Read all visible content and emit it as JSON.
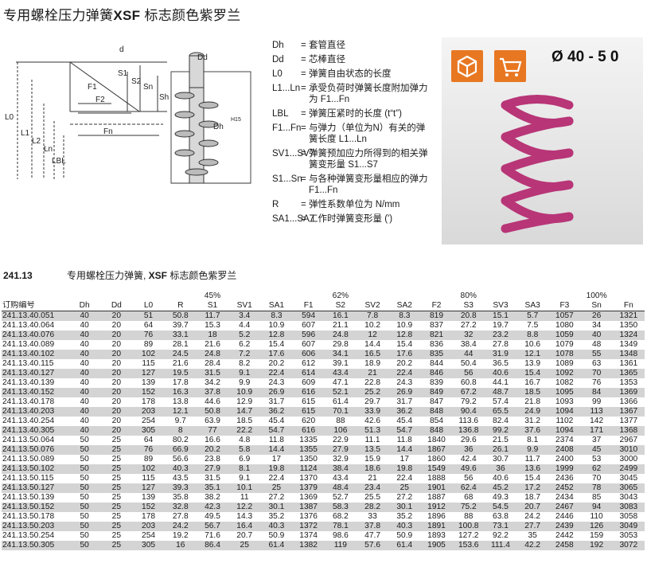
{
  "title": {
    "main": "专用螺栓压力弹簧",
    "bold": "XSF",
    "tail": " 标志颜色紫罗兰"
  },
  "diagram_labels": {
    "d": "d",
    "Dd": "Dd",
    "Dh": "Dh",
    "H15": "H15",
    "F1": "F1",
    "F2": "F2",
    "Fn": "Fn",
    "S1": "S1",
    "S2": "S2",
    "Sn": "Sn",
    "Sh": "Sh",
    "L0": "L0",
    "L1": "L1",
    "L2": "L2",
    "Ln": "Ln",
    "LBL": "LBL"
  },
  "legend": [
    {
      "sym": "Dh",
      "txt": "套管直径"
    },
    {
      "sym": "Dd",
      "txt": "芯棒直径"
    },
    {
      "sym": "L0",
      "txt": "弹簧自由状态的长度"
    },
    {
      "sym": "L1...Ln",
      "txt": "承受负荷时弹簧长度附加弹力为 F1...Fn"
    },
    {
      "sym": "LBL",
      "txt": "弹簧压紧时的长度 (t“t”)"
    },
    {
      "sym": "F1...Fn",
      "txt": "与弹力（单位为N）有关的弹簧长度 L1...Ln"
    },
    {
      "sym": "SV1...SV7",
      "txt": "弹簧预加应力所得到的相关弹簧变形量 S1...S7"
    },
    {
      "sym": "S1...Sn",
      "txt": "与各种弹簧变形量相应的弹力 F1...Fn"
    },
    {
      "sym": "R",
      "txt": "弹性系数单位为 N/mm"
    },
    {
      "sym": "SA1...SA7",
      "txt": "工作时弹簧变形量 (')"
    }
  ],
  "photo": {
    "size_label": "Ø 40 - 5 0",
    "icons": [
      "box-icon",
      "cart-icon"
    ]
  },
  "section": {
    "code": "241.13",
    "title": "专用螺栓压力弹簧, ",
    "bold": "XSF",
    "tail": " 标志颜色紫罗兰"
  },
  "table": {
    "pct": [
      "45%",
      "62%",
      "80%",
      "100%"
    ],
    "headers": [
      "订购编号",
      "Dh",
      "Dd",
      "L0",
      "R",
      "S1",
      "SV1",
      "SA1",
      "F1",
      "S2",
      "SV2",
      "SA2",
      "F2",
      "S3",
      "SV3",
      "SA3",
      "F3",
      "Sn",
      "Fn"
    ],
    "rows": [
      [
        "241.13.40.051",
        "40",
        "20",
        "51",
        "50.8",
        "11.7",
        "3.4",
        "8.3",
        "594",
        "16.1",
        "7.8",
        "8.3",
        "819",
        "20.8",
        "15.1",
        "5.7",
        "1057",
        "26",
        "1321"
      ],
      [
        "241.13.40.064",
        "40",
        "20",
        "64",
        "39.7",
        "15.3",
        "4.4",
        "10.9",
        "607",
        "21.1",
        "10.2",
        "10.9",
        "837",
        "27.2",
        "19.7",
        "7.5",
        "1080",
        "34",
        "1350"
      ],
      [
        "241.13.40.076",
        "40",
        "20",
        "76",
        "33.1",
        "18",
        "5.2",
        "12.8",
        "596",
        "24.8",
        "12",
        "12.8",
        "821",
        "32",
        "23.2",
        "8.8",
        "1059",
        "40",
        "1324"
      ],
      [
        "241.13.40.089",
        "40",
        "20",
        "89",
        "28.1",
        "21.6",
        "6.2",
        "15.4",
        "607",
        "29.8",
        "14.4",
        "15.4",
        "836",
        "38.4",
        "27.8",
        "10.6",
        "1079",
        "48",
        "1349"
      ],
      [
        "241.13.40.102",
        "40",
        "20",
        "102",
        "24.5",
        "24.8",
        "7.2",
        "17.6",
        "606",
        "34.1",
        "16.5",
        "17.6",
        "835",
        "44",
        "31.9",
        "12.1",
        "1078",
        "55",
        "1348"
      ],
      [
        "241.13.40.115",
        "40",
        "20",
        "115",
        "21.6",
        "28.4",
        "8.2",
        "20.2",
        "612",
        "39.1",
        "18.9",
        "20.2",
        "844",
        "50.4",
        "36.5",
        "13.9",
        "1089",
        "63",
        "1361"
      ],
      [
        "241.13.40.127",
        "40",
        "20",
        "127",
        "19.5",
        "31.5",
        "9.1",
        "22.4",
        "614",
        "43.4",
        "21",
        "22.4",
        "846",
        "56",
        "40.6",
        "15.4",
        "1092",
        "70",
        "1365"
      ],
      [
        "241.13.40.139",
        "40",
        "20",
        "139",
        "17.8",
        "34.2",
        "9.9",
        "24.3",
        "609",
        "47.1",
        "22.8",
        "24.3",
        "839",
        "60.8",
        "44.1",
        "16.7",
        "1082",
        "76",
        "1353"
      ],
      [
        "241.13.40.152",
        "40",
        "20",
        "152",
        "16.3",
        "37.8",
        "10.9",
        "26.9",
        "616",
        "52.1",
        "25.2",
        "26.9",
        "849",
        "67.2",
        "48.7",
        "18.5",
        "1095",
        "84",
        "1369"
      ],
      [
        "241.13.40.178",
        "40",
        "20",
        "178",
        "13.8",
        "44.6",
        "12.9",
        "31.7",
        "615",
        "61.4",
        "29.7",
        "31.7",
        "847",
        "79.2",
        "57.4",
        "21.8",
        "1093",
        "99",
        "1366"
      ],
      [
        "241.13.40.203",
        "40",
        "20",
        "203",
        "12.1",
        "50.8",
        "14.7",
        "36.2",
        "615",
        "70.1",
        "33.9",
        "36.2",
        "848",
        "90.4",
        "65.5",
        "24.9",
        "1094",
        "113",
        "1367"
      ],
      [
        "241.13.40.254",
        "40",
        "20",
        "254",
        "9.7",
        "63.9",
        "18.5",
        "45.4",
        "620",
        "88",
        "42.6",
        "45.4",
        "854",
        "113.6",
        "82.4",
        "31.2",
        "1102",
        "142",
        "1377"
      ],
      [
        "241.13.40.305",
        "40",
        "20",
        "305",
        "8",
        "77",
        "22.2",
        "54.7",
        "616",
        "106",
        "51.3",
        "54.7",
        "848",
        "136.8",
        "99.2",
        "37.6",
        "1094",
        "171",
        "1368"
      ],
      [
        "241.13.50.064",
        "50",
        "25",
        "64",
        "80.2",
        "16.6",
        "4.8",
        "11.8",
        "1335",
        "22.9",
        "11.1",
        "11.8",
        "1840",
        "29.6",
        "21.5",
        "8.1",
        "2374",
        "37",
        "2967"
      ],
      [
        "241.13.50.076",
        "50",
        "25",
        "76",
        "66.9",
        "20.2",
        "5.8",
        "14.4",
        "1355",
        "27.9",
        "13.5",
        "14.4",
        "1867",
        "36",
        "26.1",
        "9.9",
        "2408",
        "45",
        "3010"
      ],
      [
        "241.13.50.089",
        "50",
        "25",
        "89",
        "56.6",
        "23.8",
        "6.9",
        "17",
        "1350",
        "32.9",
        "15.9",
        "17",
        "1860",
        "42.4",
        "30.7",
        "11.7",
        "2400",
        "53",
        "3000"
      ],
      [
        "241.13.50.102",
        "50",
        "25",
        "102",
        "40.3",
        "27.9",
        "8.1",
        "19.8",
        "1124",
        "38.4",
        "18.6",
        "19.8",
        "1549",
        "49.6",
        "36",
        "13.6",
        "1999",
        "62",
        "2499"
      ],
      [
        "241.13.50.115",
        "50",
        "25",
        "115",
        "43.5",
        "31.5",
        "9.1",
        "22.4",
        "1370",
        "43.4",
        "21",
        "22.4",
        "1888",
        "56",
        "40.6",
        "15.4",
        "2436",
        "70",
        "3045"
      ],
      [
        "241.13.50.127",
        "50",
        "25",
        "127",
        "39.3",
        "35.1",
        "10.1",
        "25",
        "1379",
        "48.4",
        "23.4",
        "25",
        "1901",
        "62.4",
        "45.2",
        "17.2",
        "2452",
        "78",
        "3065"
      ],
      [
        "241.13.50.139",
        "50",
        "25",
        "139",
        "35.8",
        "38.2",
        "11",
        "27.2",
        "1369",
        "52.7",
        "25.5",
        "27.2",
        "1887",
        "68",
        "49.3",
        "18.7",
        "2434",
        "85",
        "3043"
      ],
      [
        "241.13.50.152",
        "50",
        "25",
        "152",
        "32.8",
        "42.3",
        "12.2",
        "30.1",
        "1387",
        "58.3",
        "28.2",
        "30.1",
        "1912",
        "75.2",
        "54.5",
        "20.7",
        "2467",
        "94",
        "3083"
      ],
      [
        "241.13.50.178",
        "50",
        "25",
        "178",
        "27.8",
        "49.5",
        "14.3",
        "35.2",
        "1376",
        "68.2",
        "33",
        "35.2",
        "1896",
        "88",
        "63.8",
        "24.2",
        "2446",
        "110",
        "3058"
      ],
      [
        "241.13.50.203",
        "50",
        "25",
        "203",
        "24.2",
        "56.7",
        "16.4",
        "40.3",
        "1372",
        "78.1",
        "37.8",
        "40.3",
        "1891",
        "100.8",
        "73.1",
        "27.7",
        "2439",
        "126",
        "3049"
      ],
      [
        "241.13.50.254",
        "50",
        "25",
        "254",
        "19.2",
        "71.6",
        "20.7",
        "50.9",
        "1374",
        "98.6",
        "47.7",
        "50.9",
        "1893",
        "127.2",
        "92.2",
        "35",
        "2442",
        "159",
        "3053"
      ],
      [
        "241.13.50.305",
        "50",
        "25",
        "305",
        "16",
        "86.4",
        "25",
        "61.4",
        "1382",
        "119",
        "57.6",
        "61.4",
        "1905",
        "153.6",
        "111.4",
        "42.2",
        "2458",
        "192",
        "3072"
      ]
    ]
  }
}
